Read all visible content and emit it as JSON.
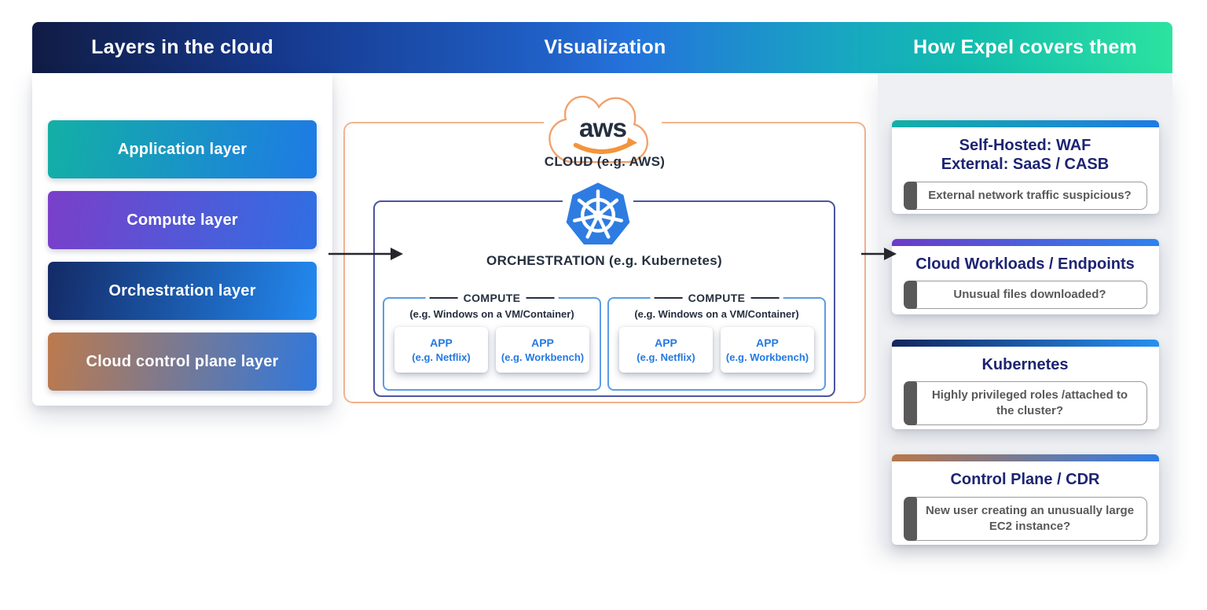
{
  "header": {
    "columns": [
      {
        "label": "Layers in the cloud"
      },
      {
        "label": "Visualization"
      },
      {
        "label": "How Expel covers them"
      }
    ]
  },
  "layers": {
    "items": [
      {
        "label": "Application layer",
        "gradient": {
          "dir": "100deg",
          "from": "#13b0a5",
          "to": "#1e7ae5"
        }
      },
      {
        "label": "Compute layer",
        "gradient": {
          "dir": "100deg",
          "from": "#7a3fc9",
          "to": "#2f6fe4"
        }
      },
      {
        "label": "Orchestration layer",
        "gradient": {
          "dir": "100deg",
          "from": "#142a66",
          "to": "#2389f0"
        }
      },
      {
        "label": "Cloud control plane layer",
        "gradient": {
          "dir": "100deg",
          "from": "#bd7a4d",
          "to": "#2f78de"
        }
      }
    ]
  },
  "visualization": {
    "cloud_logo_text": "aws",
    "cloud_label": "CLOUD (e.g. AWS)",
    "orchestration_label": "ORCHESTRATION (e.g. Kubernetes)",
    "compute_groups": [
      {
        "title": "COMPUTE",
        "subtitle": "(e.g. Windows on a VM/Container)",
        "apps": [
          {
            "line1": "APP",
            "line2": "(e.g. Netflix)"
          },
          {
            "line1": "APP",
            "line2": "(e.g. Workbench)"
          }
        ]
      },
      {
        "title": "COMPUTE",
        "subtitle": "(e.g. Windows on a VM/Container)",
        "apps": [
          {
            "line1": "APP",
            "line2": "(e.g. Netflix)"
          },
          {
            "line1": "APP",
            "line2": "(e.g. Workbench)"
          }
        ]
      }
    ]
  },
  "coverage": {
    "cards": [
      {
        "title_lines": [
          "Self-Hosted: WAF",
          "External: SaaS / CASB"
        ],
        "question": "External network traffic suspicious?",
        "bar_gradient": {
          "from": "#13b0a5",
          "to": "#1e7ae5"
        }
      },
      {
        "title_lines": [
          "Cloud Workloads / Endpoints"
        ],
        "question": "Unusual files downloaded?",
        "bar_gradient": {
          "from": "#6b3bc6",
          "to": "#2e83f0"
        }
      },
      {
        "title_lines": [
          "Kubernetes"
        ],
        "question": "Highly privileged roles /attached to the cluster?",
        "bar_gradient": {
          "from": "#13255e",
          "to": "#2490f2"
        }
      },
      {
        "title_lines": [
          "Control Plane / CDR"
        ],
        "question": "New user creating an unusually large EC2 instance?",
        "bar_gradient": {
          "from": "#b97748",
          "to": "#2e7ce8"
        }
      }
    ]
  },
  "colors": {
    "header_gradient": [
      "#101c44 0%",
      "#16398e 22%",
      "#2060c6 45%",
      "#2472dc 52%",
      "#17a9c0 72%",
      "#12bcae 82%",
      "#2ce3a0 100%"
    ],
    "accent_navy": "#1d2472",
    "diagram_label": "#252f3e",
    "aws_orange": "#f2953c",
    "cloud_border": "#f2b38e",
    "orchestration_border": "#4b55a0",
    "compute_border": "#5c9ce6",
    "app_text": "#2379e2",
    "kubernetes_blue": "#2e7ce2",
    "question_gray": "#595959",
    "arrow_black": "#26262c"
  }
}
